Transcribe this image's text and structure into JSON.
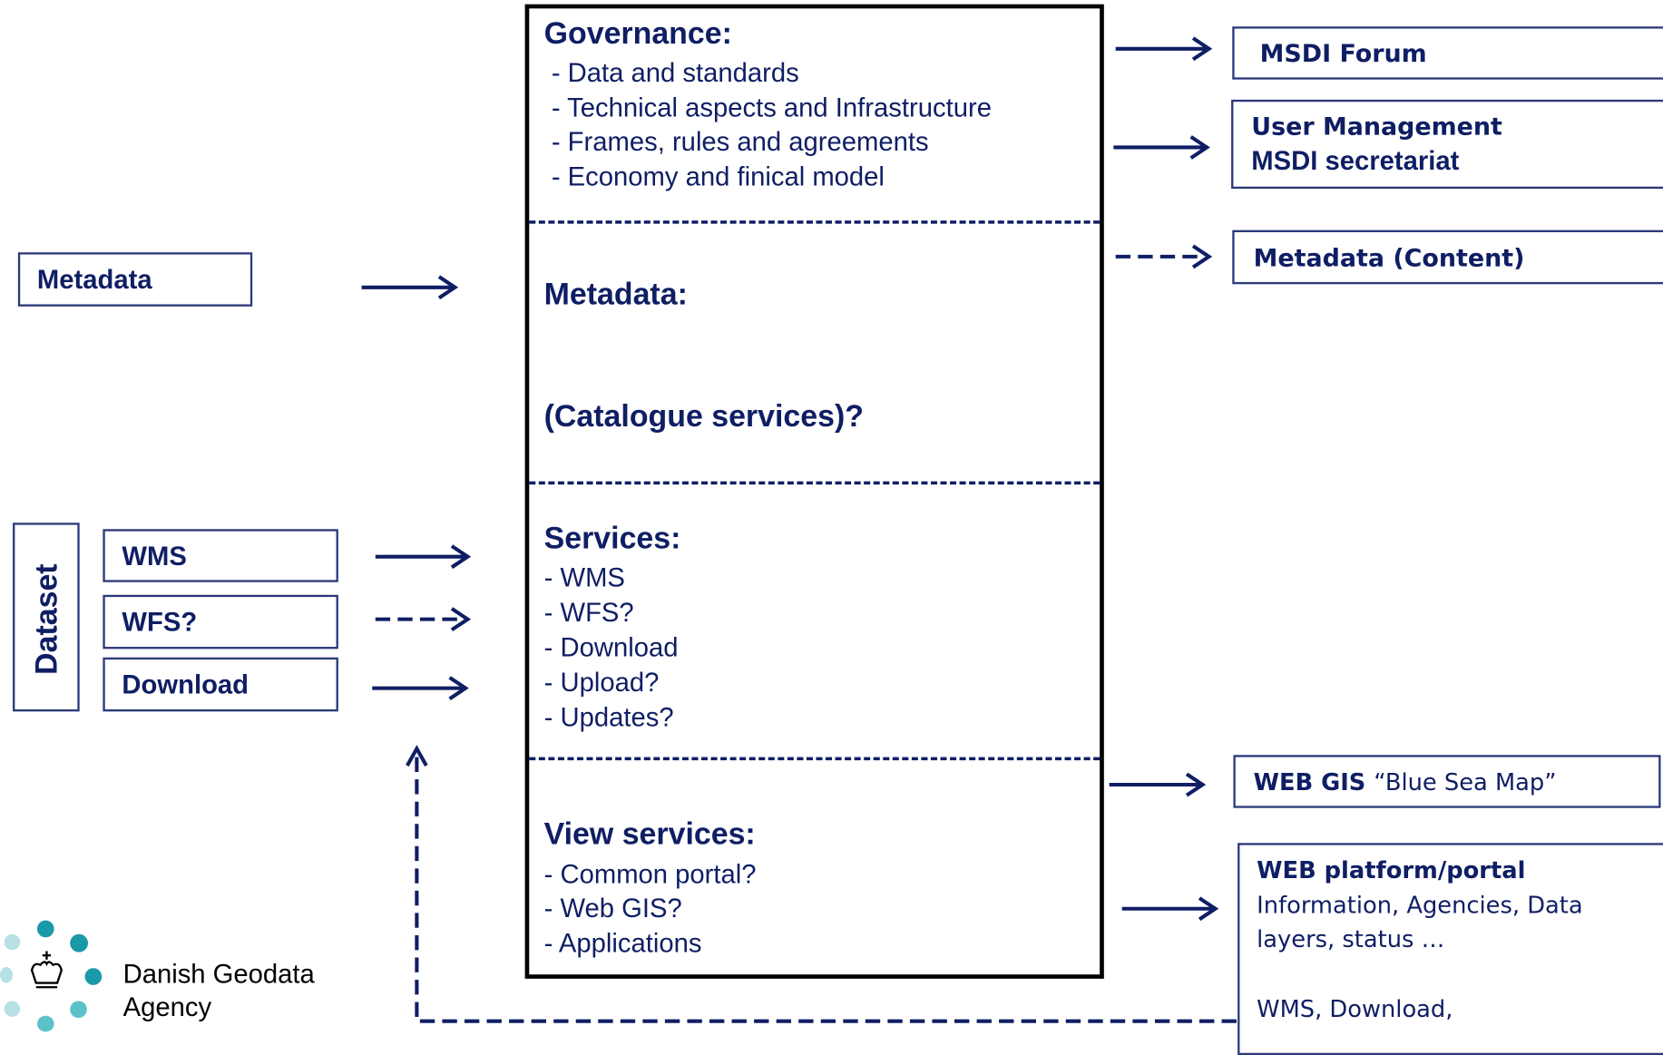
{
  "main_box": {
    "governance": {
      "title": "Governance:",
      "items": [
        "- Data and standards",
        "- Technical aspects  and Infrastructure",
        "- Frames, rules and agreements",
        "- Economy and finical model"
      ]
    },
    "metadata": {
      "title": "Metadata:",
      "subtitle": "(Catalogue services)?"
    },
    "services": {
      "title": "Services:",
      "items": [
        "- WMS",
        "- WFS?",
        "- Download",
        "- Upload?",
        "- Updates?"
      ]
    },
    "view_services": {
      "title": "View services:",
      "items": [
        "- Common portal?",
        "- Web GIS?",
        "- Applications"
      ]
    }
  },
  "left": {
    "metadata_box": "Metadata",
    "dataset_label": "Dataset",
    "wms": "WMS",
    "wfs": "WFS?",
    "download": "Download"
  },
  "right": {
    "msdi_forum": "MSDI Forum",
    "user_management": "User Management",
    "msdi_secretariat": "MSDI secretariat",
    "metadata_content": "Metadata (Content)",
    "web_gis_bold": "WEB GIS",
    "web_gis_name": "“Blue Sea Map”",
    "web_platform_title": "WEB platform/portal",
    "web_platform_line1": "Information, Agencies, Data",
    "web_platform_line2": "layers, status …",
    "web_platform_line3": "WMS, Download,"
  },
  "logo": {
    "line1": "Danish Geodata",
    "line2": "Agency",
    "colors": [
      "#1a9aa8",
      "#5cc2c9",
      "#b7e1e4"
    ]
  },
  "colors": {
    "text": "#0f1e64",
    "arrow": "#0f1e64",
    "border": "#2c3a7a"
  }
}
